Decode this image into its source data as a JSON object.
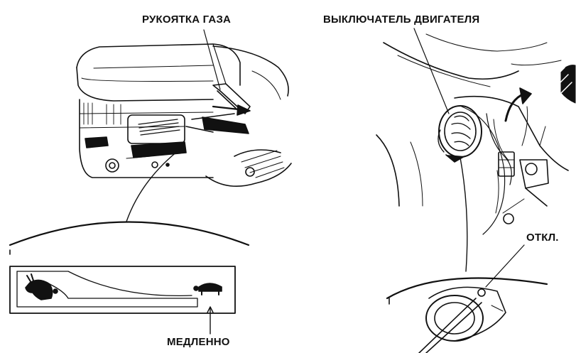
{
  "labels": {
    "throttle_lever": "РУКОЯТКА ГАЗА",
    "engine_switch": "ВЫКЛЮЧАТЕЛЬ ДВИГАТЕЛЯ",
    "off": "ОТКЛ.",
    "slow": "МЕДЛЕННО"
  },
  "icons": {
    "fast": "rabbit-icon",
    "slow": "turtle-icon"
  },
  "colors": {
    "ink": "#111111",
    "paper": "#ffffff"
  }
}
